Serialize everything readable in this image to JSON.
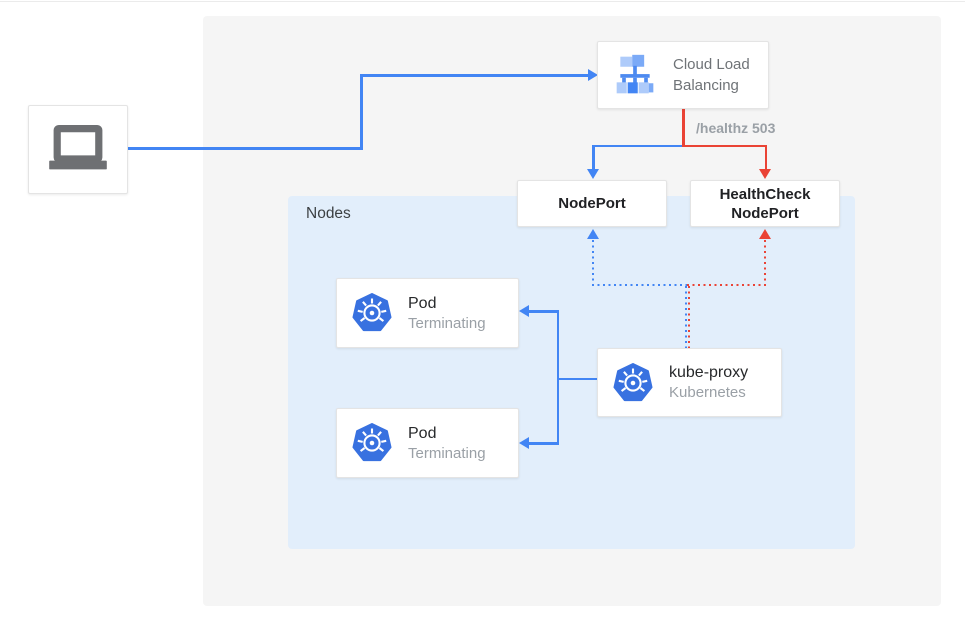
{
  "diagram_title": "Kubernetes health-check / NodePort traffic diagram",
  "nodes_group": {
    "label": "Nodes"
  },
  "client": {
    "icon": "laptop-icon"
  },
  "cloud_load_balancing": {
    "line1": "Cloud Load",
    "line2": "Balancing",
    "icon": "load-balancer-icon"
  },
  "healthz": {
    "label": "/healthz 503"
  },
  "nodeport": {
    "label": "NodePort"
  },
  "healthcheck_nodeport": {
    "line1": "HealthCheck",
    "line2": "NodePort"
  },
  "pod1": {
    "title": "Pod",
    "subtitle": "Terminating",
    "icon": "kubernetes-icon"
  },
  "pod2": {
    "title": "Pod",
    "subtitle": "Terminating",
    "icon": "kubernetes-icon"
  },
  "kube_proxy": {
    "title": "kube-proxy",
    "subtitle": "Kubernetes",
    "icon": "kubernetes-icon"
  },
  "colors": {
    "traffic_blue": "#4285F4",
    "error_red": "#EA4335",
    "canvas_gray": "#F5F5F5",
    "nodes_bg": "#E2EEFB",
    "kubernetes_blue": "#326CE5",
    "muted_text": "#9AA0A6"
  }
}
